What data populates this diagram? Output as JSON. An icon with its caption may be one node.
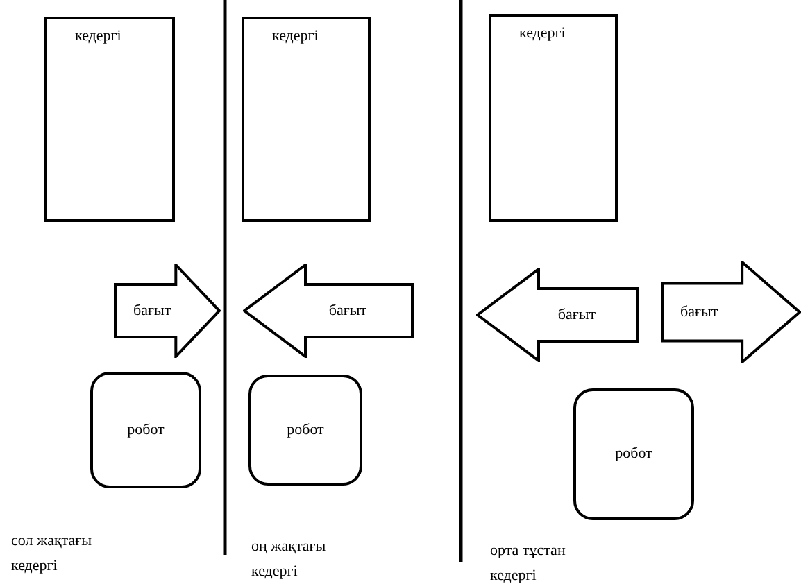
{
  "diagram": {
    "nodes": [
      {
        "text": [
          "кедергі"
        ]
      },
      {
        "text": [
          "бағыт"
        ]
      },
      {
        "text": [
          "робот"
        ]
      },
      {
        "text": [
          "кедергі"
        ]
      },
      {
        "text": [
          "бағыт"
        ]
      },
      {
        "text": [
          "робот"
        ]
      },
      {
        "text": [
          "кедергі"
        ]
      },
      {
        "text": [
          "бағыт"
        ]
      },
      {
        "text": [
          "бағыт"
        ]
      },
      {
        "text": [
          "робот"
        ]
      }
    ],
    "labels": [
      "сол жақтағы кедергі",
      "оң жақтағы кедергі",
      "орта тұстан кедергі"
    ]
  }
}
